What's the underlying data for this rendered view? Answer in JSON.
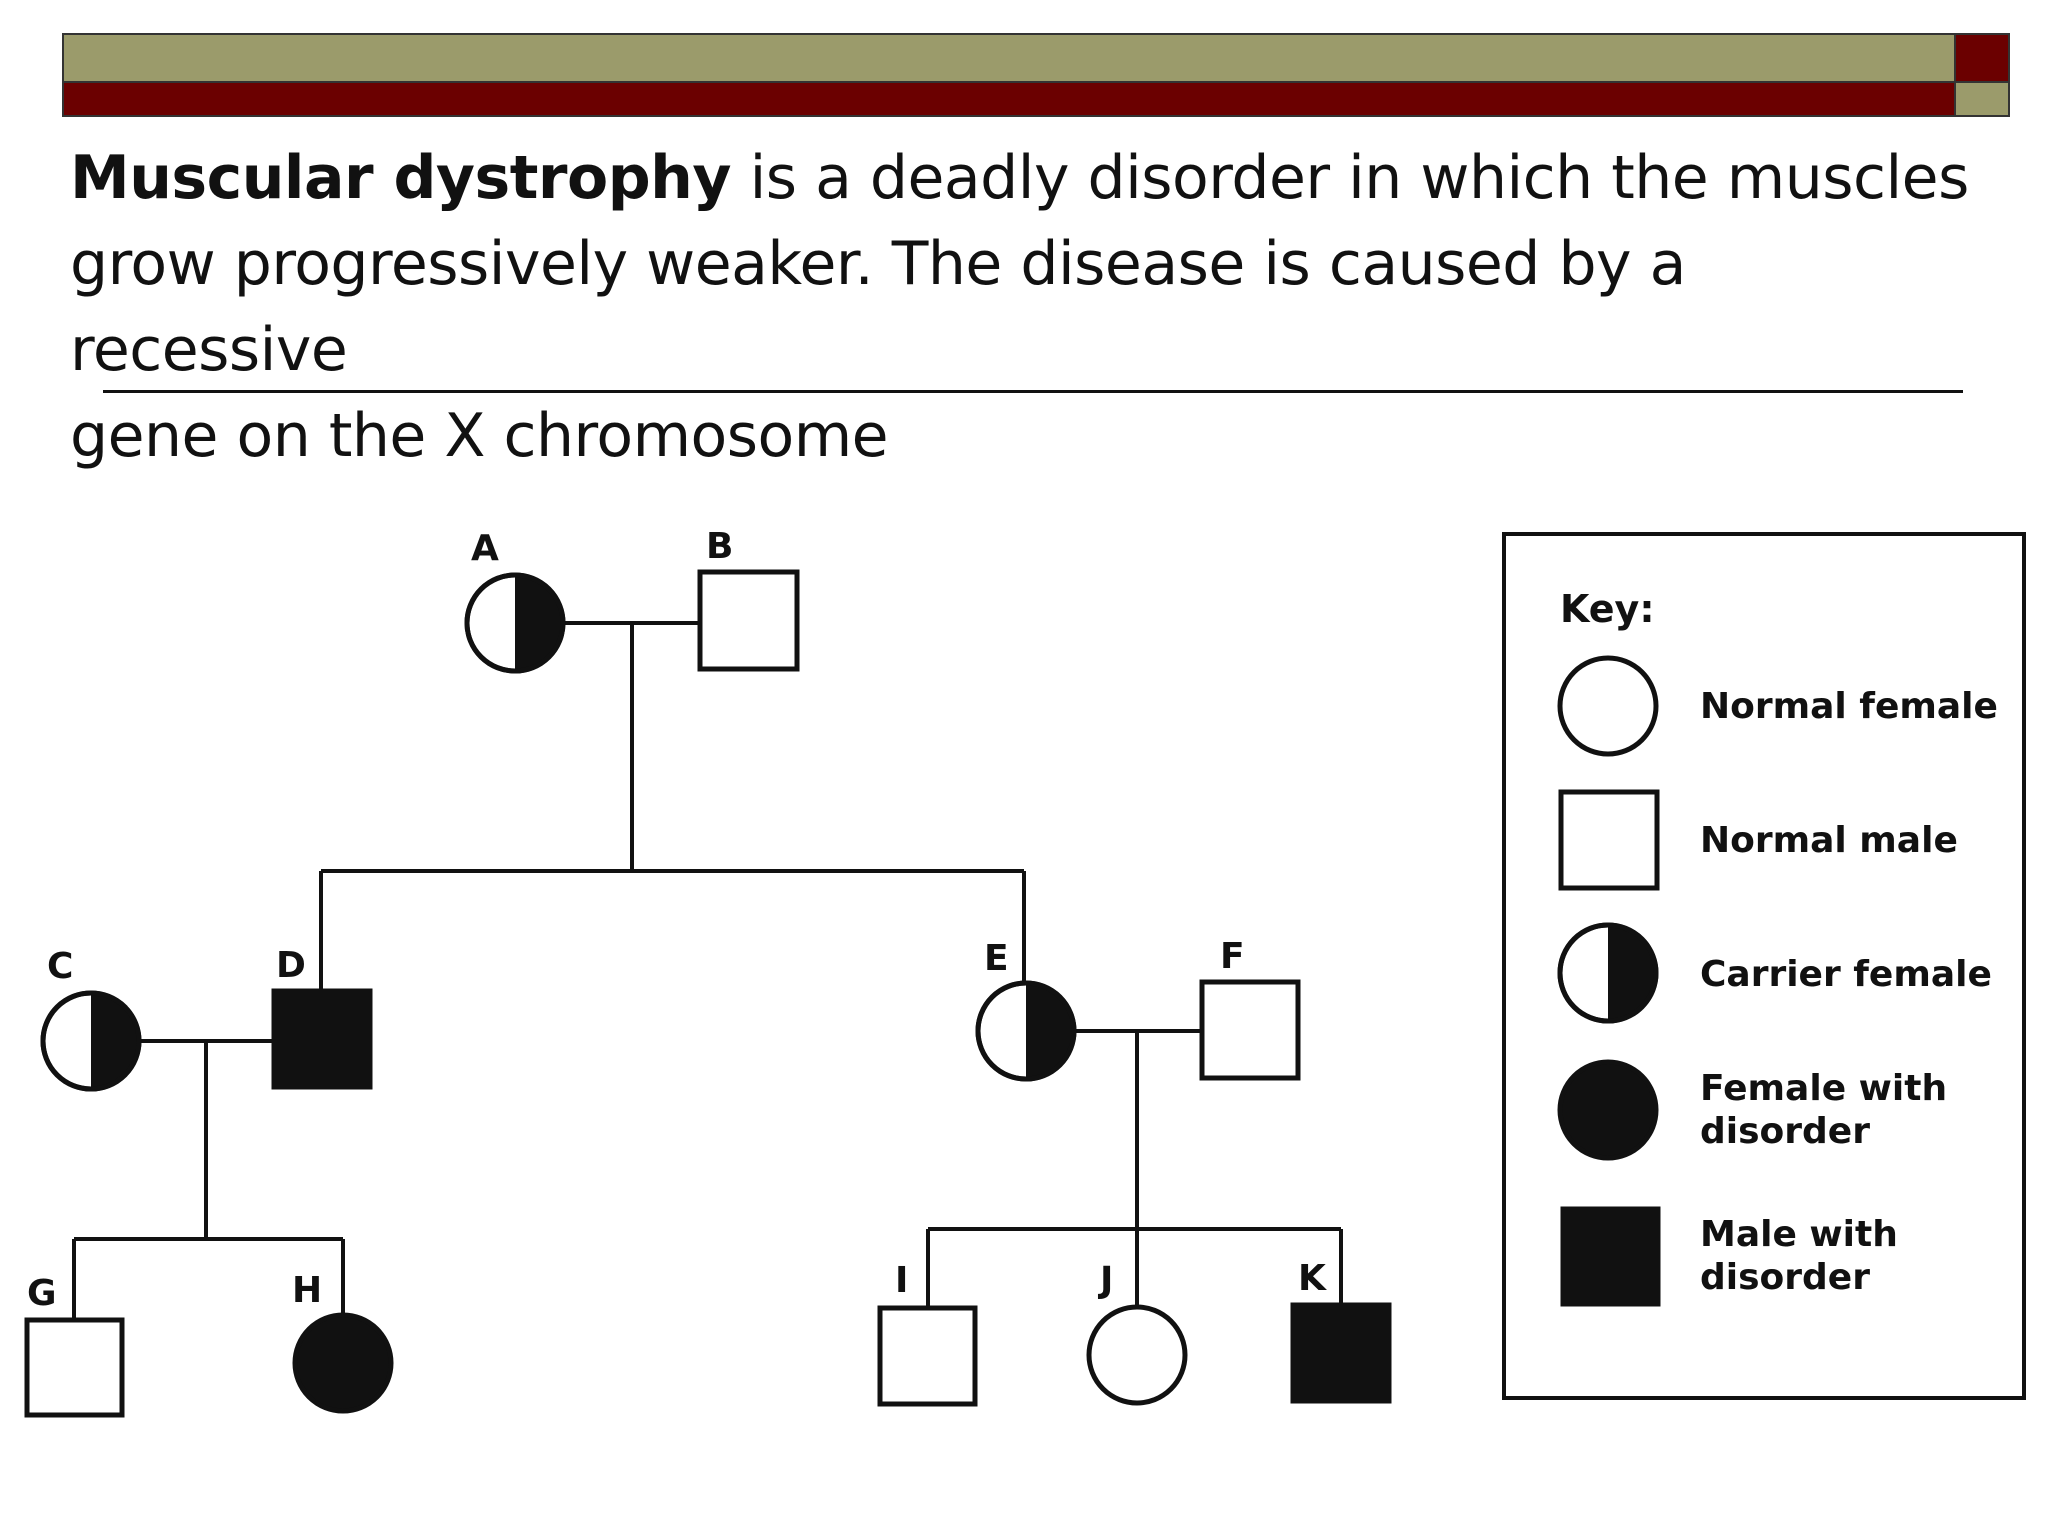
{
  "intro": {
    "bold_term": "Muscular dystrophy",
    "rest_line1": " is a deadly disorder in which the muscles",
    "line2": "grow progressively weaker.  The disease is caused by a recessive",
    "line3": "gene on the X chromosome"
  },
  "colors": {
    "olive": "#9b9b6b",
    "maroon": "#6b0000"
  },
  "pedigree": {
    "individuals": [
      {
        "id": "A",
        "label": "A",
        "sex": "female",
        "status": "carrier"
      },
      {
        "id": "B",
        "label": "B",
        "sex": "male",
        "status": "normal"
      },
      {
        "id": "C",
        "label": "C",
        "sex": "female",
        "status": "carrier"
      },
      {
        "id": "D",
        "label": "D",
        "sex": "male",
        "status": "affected"
      },
      {
        "id": "E",
        "label": "E",
        "sex": "female",
        "status": "carrier"
      },
      {
        "id": "F",
        "label": "F",
        "sex": "male",
        "status": "normal"
      },
      {
        "id": "G",
        "label": "G",
        "sex": "male",
        "status": "normal"
      },
      {
        "id": "H",
        "label": "H",
        "sex": "female",
        "status": "affected"
      },
      {
        "id": "I",
        "label": "I",
        "sex": "male",
        "status": "normal"
      },
      {
        "id": "J",
        "label": "J",
        "sex": "female",
        "status": "normal"
      },
      {
        "id": "K",
        "label": "K",
        "sex": "male",
        "status": "affected"
      }
    ]
  },
  "key": {
    "title": "Key:",
    "items": [
      {
        "symbol": "circle-open",
        "line1": "Normal female",
        "line2": ""
      },
      {
        "symbol": "square-open",
        "line1": "Normal male",
        "line2": ""
      },
      {
        "symbol": "circle-half",
        "line1": "Carrier female",
        "line2": ""
      },
      {
        "symbol": "circle-filled",
        "line1": "Female with",
        "line2": "disorder"
      },
      {
        "symbol": "square-filled",
        "line1": "Male with",
        "line2": "disorder"
      }
    ]
  }
}
